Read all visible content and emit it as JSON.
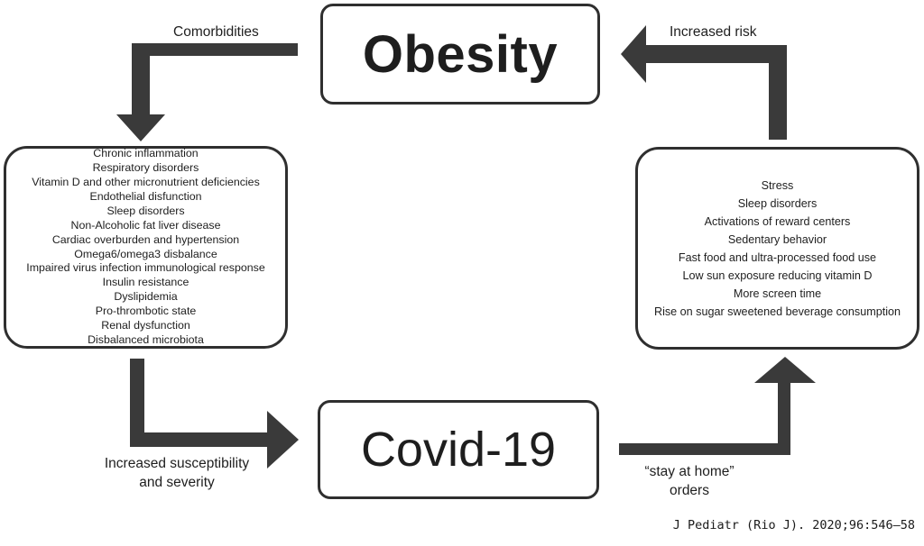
{
  "nodes": {
    "obesity": "Obesity",
    "covid": "Covid-19"
  },
  "comorbidities_list": [
    "Chronic inflammation",
    "Respiratory disorders",
    "Vitamin D and other micronutrient deficiencies",
    "Endothelial disfunction",
    "Sleep disorders",
    "Non-Alcoholic fat liver disease",
    "Cardiac overburden and hypertension",
    "Omega6/omega3 disbalance",
    "Impaired virus infection immunological response",
    "Insulin resistance",
    "Dyslipidemia",
    "Pro-thrombotic state",
    "Renal dysfunction",
    "Disbalanced microbiota"
  ],
  "stay_at_home_effects": [
    "Stress",
    "Sleep disorders",
    "Activations of reward centers",
    "Sedentary behavior",
    "Fast food and ultra-processed food use",
    "Low sun exposure reducing vitamin D",
    "More screen time",
    "Rise on sugar sweetened beverage consumption"
  ],
  "edge_labels": {
    "comorbidities": "Comorbidities",
    "increased_risk": "Increased risk",
    "susceptibility_line1": "Increased susceptibility",
    "susceptibility_line2": "and severity",
    "stay_home_line1": "“stay at home”",
    "stay_home_line2": "orders"
  },
  "citation": "J Pediatr (Rio J). 2020;96:546–58",
  "colors": {
    "arrow": "#3a3a3a",
    "border": "#2f2f2f",
    "text": "#1e1e1e"
  }
}
